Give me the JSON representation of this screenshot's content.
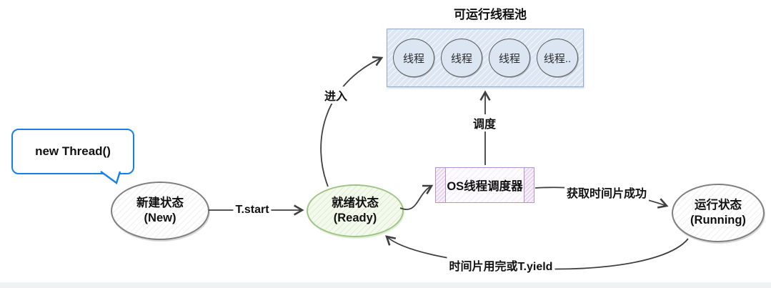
{
  "diagram": {
    "bubble": {
      "label": "new Thread()"
    },
    "nodes": {
      "new": {
        "line1": "新建状态",
        "line2": "(New)"
      },
      "ready": {
        "line1": "就绪状态",
        "line2": "(Ready)"
      },
      "running": {
        "line1": "运行状态",
        "line2": "(Running)"
      },
      "scheduler": {
        "label": "OS线程调度器"
      },
      "pool": {
        "title": "可运行线程池",
        "threads": [
          "线程",
          "线程",
          "线程",
          "线程.."
        ]
      }
    },
    "edges": {
      "t_start": "T.start",
      "enter": "进入",
      "dispatch": "调度",
      "acquire": "获取时间片成功",
      "yield": "时间片用完或T.yield"
    },
    "colors": {
      "bubble_border": "#1780e8",
      "gray_node_border": "#7f7f7f",
      "ready_border": "#9ec583",
      "ready_fill": "#f4f9ee",
      "pool_border": "#8ea9c9",
      "pool_fill": "#dce7f3",
      "circle_border": "#5d5d5d",
      "circle_fill": "#dbe6f2",
      "scheduler_border": "#b793cc",
      "arrow": "#3f3f3f",
      "text": "#111111",
      "bottom_bar": "#f0f1f3"
    }
  }
}
